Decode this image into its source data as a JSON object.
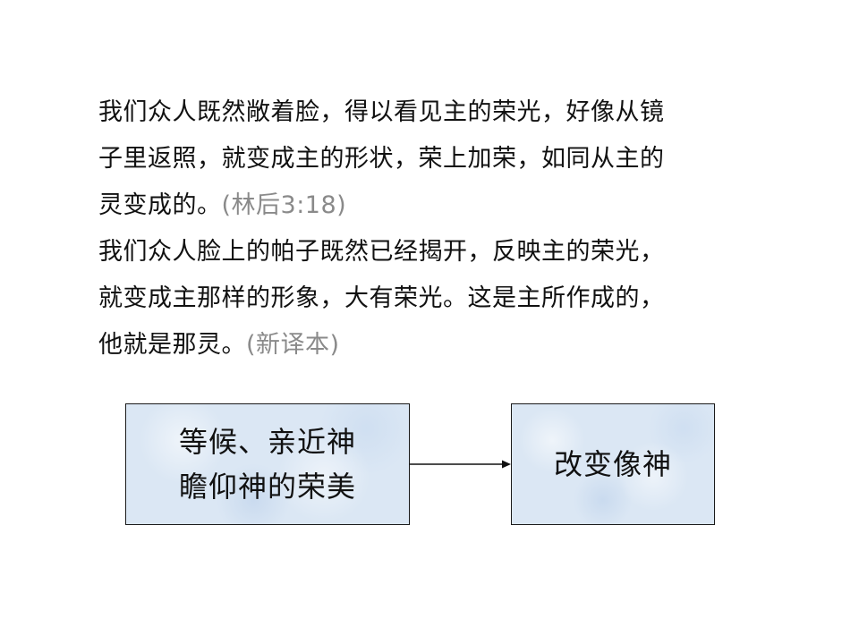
{
  "passages": [
    {
      "lines": [
        "我们众人既然敞着脸，得以看见主的荣光，好像从镜",
        "子里返照，就变成主的形状，荣上加荣，如同从主的",
        "灵变成的。"
      ],
      "reference": "(林后3:18)"
    },
    {
      "lines": [
        "我们众人脸上的帕子既然已经揭开，反映主的荣光，",
        "就变成主那样的形象，大有荣光。这是主所作成的，",
        "他就是那灵。"
      ],
      "reference": "(新译本)"
    }
  ],
  "diagram": {
    "left_box": {
      "lines": [
        "等候、亲近神",
        "瞻仰神的荣美"
      ]
    },
    "right_box": {
      "lines": [
        "改变像神"
      ]
    },
    "arrow": "arrow-right",
    "colors": {
      "box_fill": "#dbe7f4",
      "box_border": "#1a1a1a",
      "reference_text": "#8a8a8a"
    }
  }
}
